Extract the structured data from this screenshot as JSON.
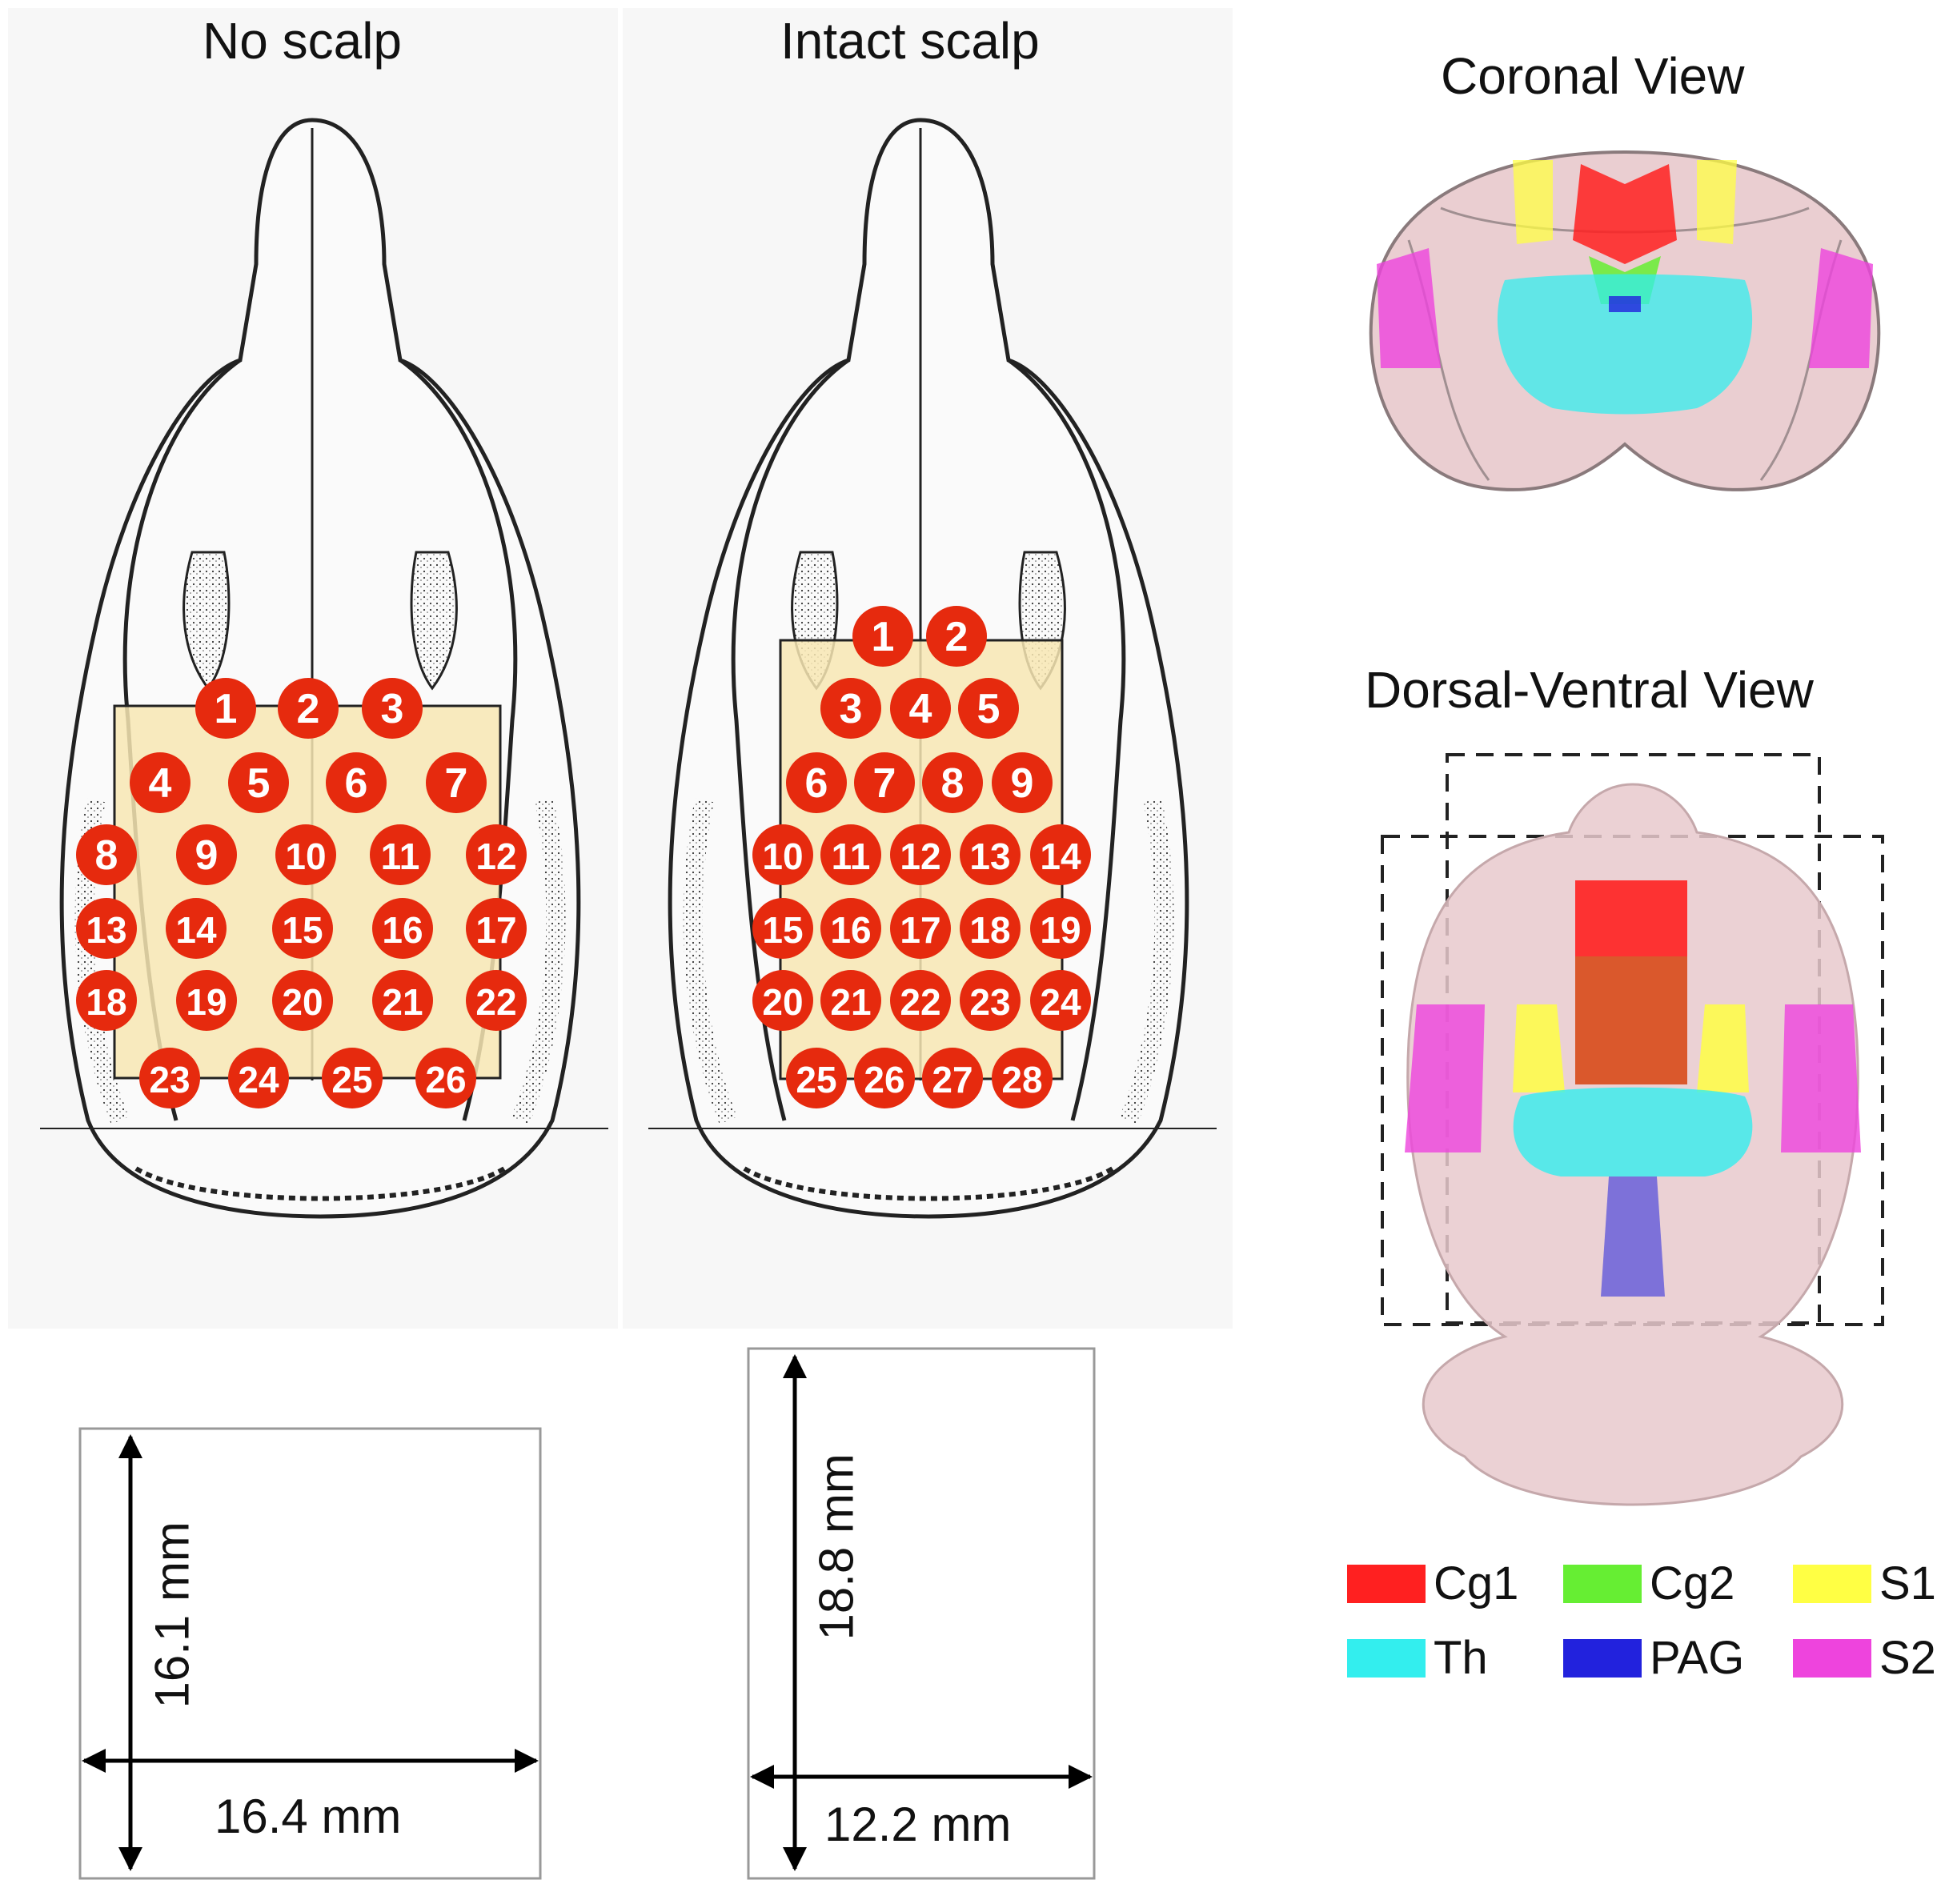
{
  "panels": {
    "no_scalp": {
      "title": "No scalp",
      "width_label": "16.4 mm",
      "height_label": "16.1 mm",
      "electrodes": [
        "1",
        "2",
        "3",
        "4",
        "5",
        "6",
        "7",
        "8",
        "9",
        "10",
        "11",
        "12",
        "13",
        "14",
        "15",
        "16",
        "17",
        "18",
        "19",
        "20",
        "21",
        "22",
        "23",
        "24",
        "25",
        "26"
      ]
    },
    "intact_scalp": {
      "title": "Intact scalp",
      "width_label": "12.2 mm",
      "height_label": "18.8 mm",
      "electrodes": [
        "1",
        "2",
        "3",
        "4",
        "5",
        "6",
        "7",
        "8",
        "9",
        "10",
        "11",
        "12",
        "13",
        "14",
        "15",
        "16",
        "17",
        "18",
        "19",
        "20",
        "21",
        "22",
        "23",
        "24",
        "25",
        "26",
        "27",
        "28"
      ]
    },
    "coronal": {
      "title": "Coronal View"
    },
    "dorsal_ventral": {
      "title": "Dorsal-Ventral View"
    }
  },
  "legend": [
    {
      "label": "Cg1",
      "color": "#ff2020"
    },
    {
      "label": "Cg2",
      "color": "#66ee33"
    },
    {
      "label": "S1",
      "color": "#ffff44"
    },
    {
      "label": "Th",
      "color": "#33eeee"
    },
    {
      "label": "PAG",
      "color": "#2222dd"
    },
    {
      "label": "S2",
      "color": "#ee44dd"
    }
  ],
  "colors": {
    "electrode": "#e62a0e",
    "grid_fill": "#f7e6b3",
    "brain": "#e8c9cc"
  }
}
